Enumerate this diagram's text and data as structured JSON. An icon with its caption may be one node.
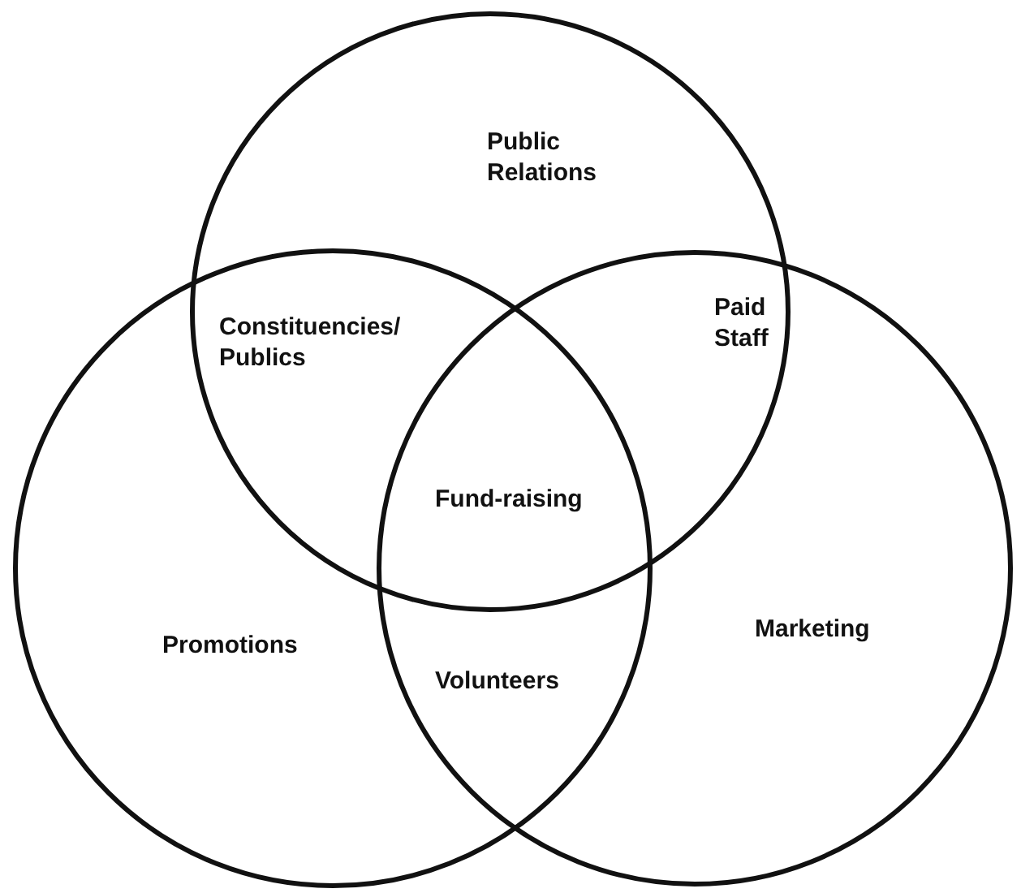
{
  "diagram": {
    "nodes": [
      {
        "text": [
          "Public Relations"
        ]
      },
      {
        "text": [
          "Promotions"
        ]
      },
      {
        "text": [
          "Marketing"
        ]
      }
    ],
    "labels": [
      "Constituencies/ Publics",
      "Paid Staff",
      "Fund-raising",
      "Volunteers"
    ]
  }
}
